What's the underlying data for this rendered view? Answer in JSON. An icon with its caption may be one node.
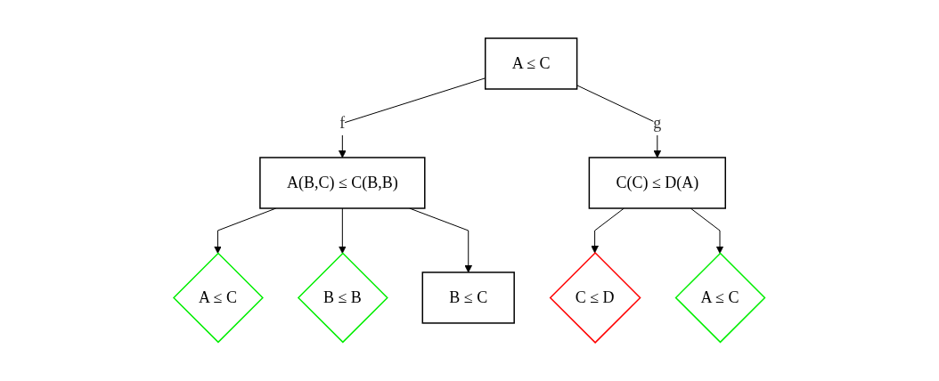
{
  "diagram": {
    "nodes": [
      {
        "text": [
          "A ≤ C"
        ]
      },
      {
        "text": [
          "A(B,C) ≤ C(B,B)"
        ]
      },
      {
        "text": [
          "C(C) ≤ D(A)"
        ]
      },
      {
        "text": [
          "A ≤ C"
        ]
      },
      {
        "text": [
          "B ≤ B"
        ]
      },
      {
        "text": [
          "B ≤ C"
        ]
      },
      {
        "text": [
          "C ≤ D"
        ]
      },
      {
        "text": [
          "A ≤ C"
        ]
      }
    ],
    "edges": [
      {
        "from": 0,
        "to": 1,
        "arrow": "to",
        "label": "f"
      },
      {
        "from": 0,
        "to": 2,
        "arrow": "to",
        "label": "g"
      },
      {
        "from": 1,
        "to": 3,
        "arrow": "to"
      },
      {
        "from": 1,
        "to": 4,
        "arrow": "to"
      },
      {
        "from": 1,
        "to": 5,
        "arrow": "to"
      },
      {
        "from": 2,
        "to": 6,
        "arrow": "to"
      },
      {
        "from": 2,
        "to": 7,
        "arrow": "to"
      }
    ]
  }
}
